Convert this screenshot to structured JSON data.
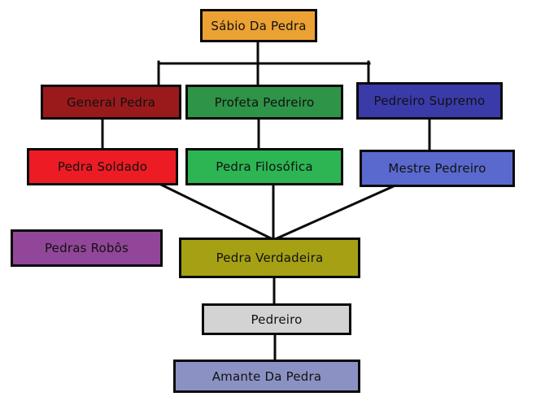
{
  "diagram": {
    "background_color": "#ffffff",
    "line_color": "#0a0a0a",
    "text_color": "#111111",
    "nodes": {
      "sabio": {
        "label": "Sábio Da Pedra",
        "color": "#EBA233"
      },
      "general": {
        "label": "General Pedra",
        "color": "#9A1A1C"
      },
      "profeta": {
        "label": "Profeta Pedreiro",
        "color": "#2E9447"
      },
      "supremo": {
        "label": "Pedreiro Supremo",
        "color": "#3A3AA9"
      },
      "soldado": {
        "label": "Pedra Soldado",
        "color": "#ED1C24"
      },
      "filosofica": {
        "label": "Pedra Filosófica",
        "color": "#2DB554"
      },
      "mestre": {
        "label": "Mestre Pedreiro",
        "color": "#5A69CE"
      },
      "robos": {
        "label": "Pedras Robôs",
        "color": "#924699"
      },
      "verdadeira": {
        "label": "Pedra Verdadeira",
        "color": "#A6A114"
      },
      "pedreiro": {
        "label": "Pedreiro",
        "color": "#D3D3D3"
      },
      "amante": {
        "label": "Amante Da Pedra",
        "color": "#8B92C3"
      }
    },
    "edges": [
      {
        "from": "sabio",
        "to": "general"
      },
      {
        "from": "sabio",
        "to": "profeta"
      },
      {
        "from": "sabio",
        "to": "supremo"
      },
      {
        "from": "general",
        "to": "soldado"
      },
      {
        "from": "profeta",
        "to": "filosofica"
      },
      {
        "from": "supremo",
        "to": "mestre"
      },
      {
        "from": "soldado",
        "to": "verdadeira"
      },
      {
        "from": "filosofica",
        "to": "verdadeira"
      },
      {
        "from": "mestre",
        "to": "verdadeira"
      },
      {
        "from": "verdadeira",
        "to": "pedreiro"
      },
      {
        "from": "pedreiro",
        "to": "amante"
      }
    ]
  }
}
